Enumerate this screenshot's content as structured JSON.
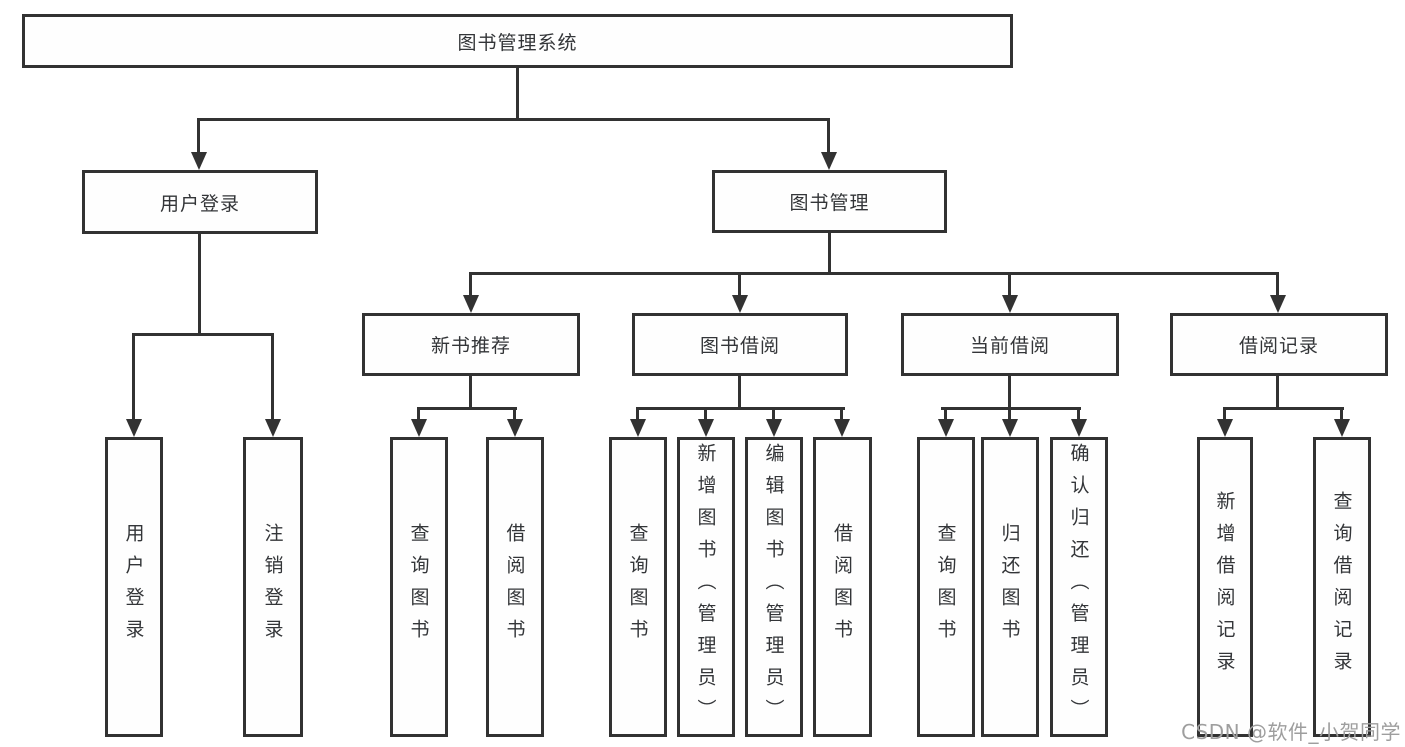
{
  "diagram_type": "function-structure-tree",
  "colors": {
    "line": "#323232",
    "text": "#333538",
    "box_background": "#ffffff",
    "watermark": "#9e9e9e",
    "background": "#ffffff"
  },
  "tree": {
    "root": "图书管理系统",
    "level2": [
      {
        "label": "用户登录",
        "children": [
          "用户登录",
          "注销登录"
        ]
      },
      {
        "label": "图书管理"
      }
    ],
    "level3": [
      {
        "label": "新书推荐",
        "children": [
          "查询图书",
          "借阅图书"
        ]
      },
      {
        "label": "图书借阅",
        "children": [
          "查询图书",
          "新增图书（管理员）",
          "编辑图书（管理员）",
          "借阅图书"
        ]
      },
      {
        "label": "当前借阅",
        "children": [
          "查询图书",
          "归还图书",
          "确认归还（管理员）"
        ]
      },
      {
        "label": "借阅记录",
        "children": [
          "新增借阅记录",
          "查询借阅记录"
        ]
      }
    ]
  },
  "watermark": {
    "text": "CSDN @软件_小贺同学"
  }
}
